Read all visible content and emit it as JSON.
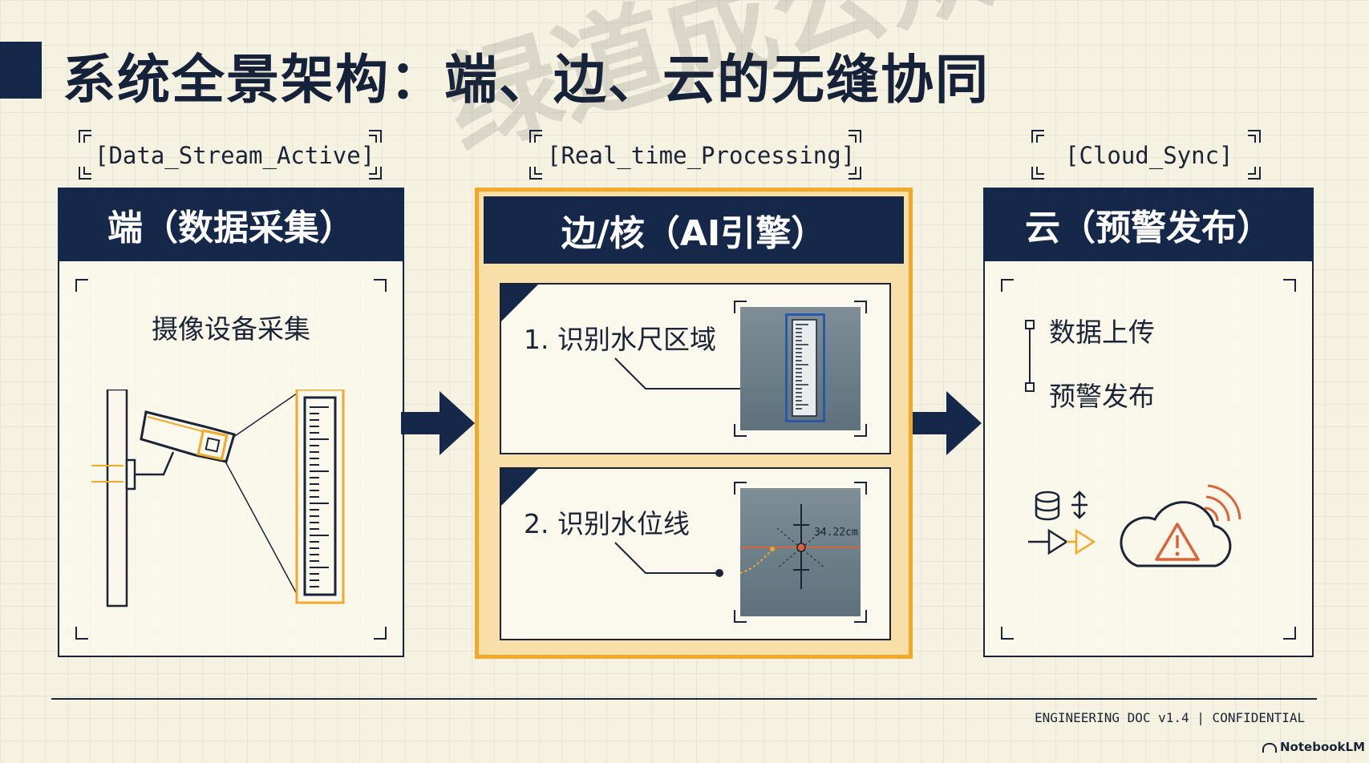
{
  "title": "系统全景架构：端、边、云的无缝协同",
  "watermark": "绿道成公众号",
  "tags": {
    "edge": "[Data_Stream_Active]",
    "core": "[Real_time_Processing]",
    "cloud": "[Cloud_Sync]"
  },
  "panels": {
    "edge": {
      "header": "端（数据采集）",
      "caption": "摄像设备采集"
    },
    "core": {
      "header": "边/核（AI引擎）",
      "step1": "1. 识别水尺区域",
      "step2": "2. 识别水位线",
      "reading": "34.22cm"
    },
    "cloud": {
      "header": "云（预警发布）",
      "items": [
        "数据上传",
        "预警发布"
      ]
    }
  },
  "colors": {
    "navy": "#16284a",
    "accent": "#f2a92b",
    "waterline": "#d9643a",
    "background": "#f5f2e1"
  },
  "icons": [
    "camera-icon",
    "water-gauge-icon",
    "database-icon",
    "upload-download-icon",
    "forward-arrow-icon",
    "cloud-warning-icon",
    "signal-waves-icon"
  ],
  "footer": {
    "doc": "ENGINEERING DOC v1.4 | CONFIDENTIAL",
    "brand": "NotebookLM"
  }
}
